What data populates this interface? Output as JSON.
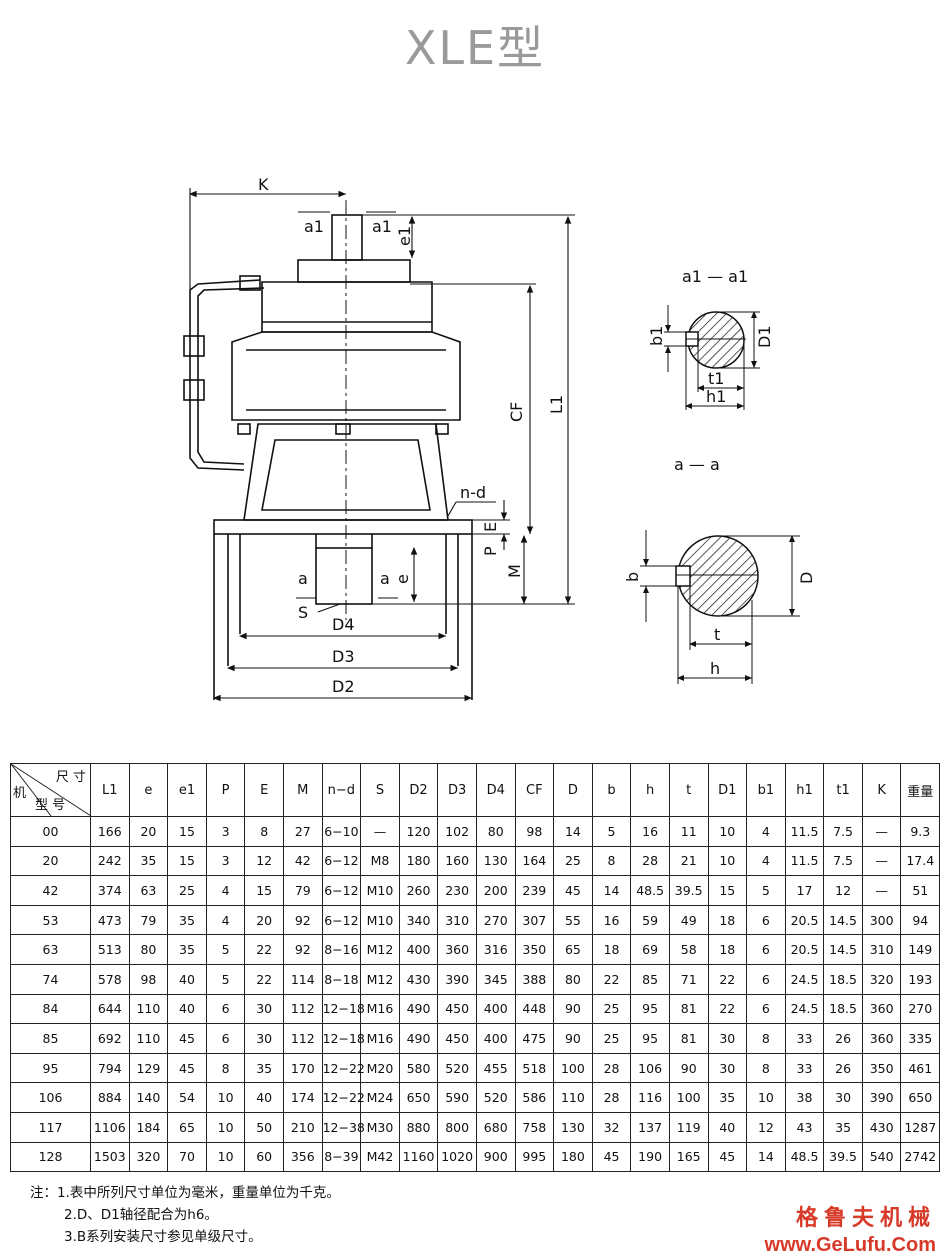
{
  "title": "XLE型",
  "drawing_labels": {
    "K": "K",
    "a1_left": "a1",
    "a1_right": "a1",
    "e1": "e1",
    "CF": "CF",
    "L1": "L1",
    "n_d": "n-d",
    "E": "E",
    "P": "P",
    "M": "M",
    "a_left": "a",
    "a_right": "a",
    "e": "e",
    "S": "S",
    "D4": "D4",
    "D3": "D3",
    "D2": "D2",
    "section_a1": "a1 — a1",
    "b1": "b1",
    "D1": "D1",
    "t1": "t1",
    "h1": "h1",
    "section_a": "a — a",
    "b": "b",
    "D": "D",
    "t": "t",
    "h": "h"
  },
  "table": {
    "corner": {
      "top": "尺  寸",
      "bottom": "型  号",
      "left": "机"
    },
    "columns": [
      "L1",
      "e",
      "e1",
      "P",
      "E",
      "M",
      "n−d",
      "S",
      "D2",
      "D3",
      "D4",
      "CF",
      "D",
      "b",
      "h",
      "t",
      "D1",
      "b1",
      "h1",
      "t1",
      "K",
      "重量"
    ],
    "rows": [
      [
        "00",
        "166",
        "20",
        "15",
        "3",
        "8",
        "27",
        "6−10",
        "—",
        "120",
        "102",
        "80",
        "98",
        "14",
        "5",
        "16",
        "11",
        "10",
        "4",
        "11.5",
        "7.5",
        "—",
        "9.3"
      ],
      [
        "20",
        "242",
        "35",
        "15",
        "3",
        "12",
        "42",
        "6−12",
        "M8",
        "180",
        "160",
        "130",
        "164",
        "25",
        "8",
        "28",
        "21",
        "10",
        "4",
        "11.5",
        "7.5",
        "—",
        "17.4"
      ],
      [
        "42",
        "374",
        "63",
        "25",
        "4",
        "15",
        "79",
        "6−12",
        "M10",
        "260",
        "230",
        "200",
        "239",
        "45",
        "14",
        "48.5",
        "39.5",
        "15",
        "5",
        "17",
        "12",
        "—",
        "51"
      ],
      [
        "53",
        "473",
        "79",
        "35",
        "4",
        "20",
        "92",
        "6−12",
        "M10",
        "340",
        "310",
        "270",
        "307",
        "55",
        "16",
        "59",
        "49",
        "18",
        "6",
        "20.5",
        "14.5",
        "300",
        "94"
      ],
      [
        "63",
        "513",
        "80",
        "35",
        "5",
        "22",
        "92",
        "8−16",
        "M12",
        "400",
        "360",
        "316",
        "350",
        "65",
        "18",
        "69",
        "58",
        "18",
        "6",
        "20.5",
        "14.5",
        "310",
        "149"
      ],
      [
        "74",
        "578",
        "98",
        "40",
        "5",
        "22",
        "114",
        "8−18",
        "M12",
        "430",
        "390",
        "345",
        "388",
        "80",
        "22",
        "85",
        "71",
        "22",
        "6",
        "24.5",
        "18.5",
        "320",
        "193"
      ],
      [
        "84",
        "644",
        "110",
        "40",
        "6",
        "30",
        "112",
        "12−18",
        "M16",
        "490",
        "450",
        "400",
        "448",
        "90",
        "25",
        "95",
        "81",
        "22",
        "6",
        "24.5",
        "18.5",
        "360",
        "270"
      ],
      [
        "85",
        "692",
        "110",
        "45",
        "6",
        "30",
        "112",
        "12−18",
        "M16",
        "490",
        "450",
        "400",
        "475",
        "90",
        "25",
        "95",
        "81",
        "30",
        "8",
        "33",
        "26",
        "360",
        "335"
      ],
      [
        "95",
        "794",
        "129",
        "45",
        "8",
        "35",
        "170",
        "12−22",
        "M20",
        "580",
        "520",
        "455",
        "518",
        "100",
        "28",
        "106",
        "90",
        "30",
        "8",
        "33",
        "26",
        "350",
        "461"
      ],
      [
        "106",
        "884",
        "140",
        "54",
        "10",
        "40",
        "174",
        "12−22",
        "M24",
        "650",
        "590",
        "520",
        "586",
        "110",
        "28",
        "116",
        "100",
        "35",
        "10",
        "38",
        "30",
        "390",
        "650"
      ],
      [
        "117",
        "1106",
        "184",
        "65",
        "10",
        "50",
        "210",
        "12−38",
        "M30",
        "880",
        "800",
        "680",
        "758",
        "130",
        "32",
        "137",
        "119",
        "40",
        "12",
        "43",
        "35",
        "430",
        "1287"
      ],
      [
        "128",
        "1503",
        "320",
        "70",
        "10",
        "60",
        "356",
        "8−39",
        "M42",
        "1160",
        "1020",
        "900",
        "995",
        "180",
        "45",
        "190",
        "165",
        "45",
        "14",
        "48.5",
        "39.5",
        "540",
        "2742"
      ]
    ]
  },
  "notes": [
    "注：1.表中所列尺寸单位为毫米，重量单位为千克。",
    "2.D、D1轴径配合为h6。",
    "3.B系列安装尺寸参见单级尺寸。"
  ],
  "brand": {
    "name": "格鲁夫机械",
    "url": "www.GeLufu.Com"
  }
}
